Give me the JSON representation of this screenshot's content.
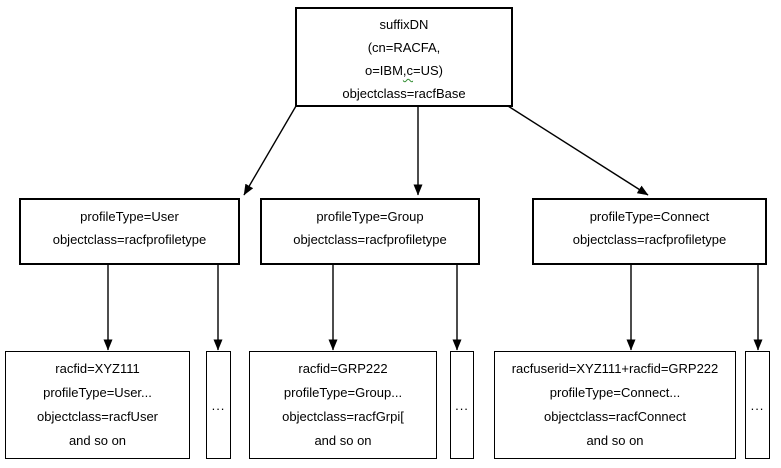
{
  "colors": {
    "background": "#ffffff",
    "box_border": "#000000",
    "text": "#000000",
    "connector": "#000000",
    "grammar_squiggle": "#2e8b2e"
  },
  "nodes": {
    "root": {
      "line1": "suffixDN",
      "line2": "(cn=RACFA,",
      "line3_pre": "o=IBM",
      "line3_flagged": ",c",
      "line3_post": "=US)",
      "line4": "objectclass=racfBase"
    },
    "profile_user": {
      "line1": "profileType=User",
      "line2": "objectclass=racfprofiletype"
    },
    "profile_group": {
      "line1": "profileType=Group",
      "line2": "objectclass=racfprofiletype"
    },
    "profile_connect": {
      "line1": "profileType=Connect",
      "line2": "objectclass=racfprofiletype"
    },
    "entry_user": {
      "line1": "racfid=XYZ111",
      "line2": "profileType=User...",
      "line3": "objectclass=racfUser",
      "line4": "and so on"
    },
    "entry_group": {
      "line1": "racfid=GRP222",
      "line2": "profileType=Group...",
      "line3": "objectclass=racfGrpi[",
      "line4": "and so on"
    },
    "entry_connect": {
      "line1": "racfuserid=XYZ111+racfid=GRP222",
      "line2": "profileType=Connect...",
      "line3": "objectclass=racfConnect",
      "line4": "and so on"
    },
    "more_user": {
      "label": "..."
    },
    "more_group": {
      "label": "..."
    },
    "more_connect": {
      "label": "..."
    }
  }
}
